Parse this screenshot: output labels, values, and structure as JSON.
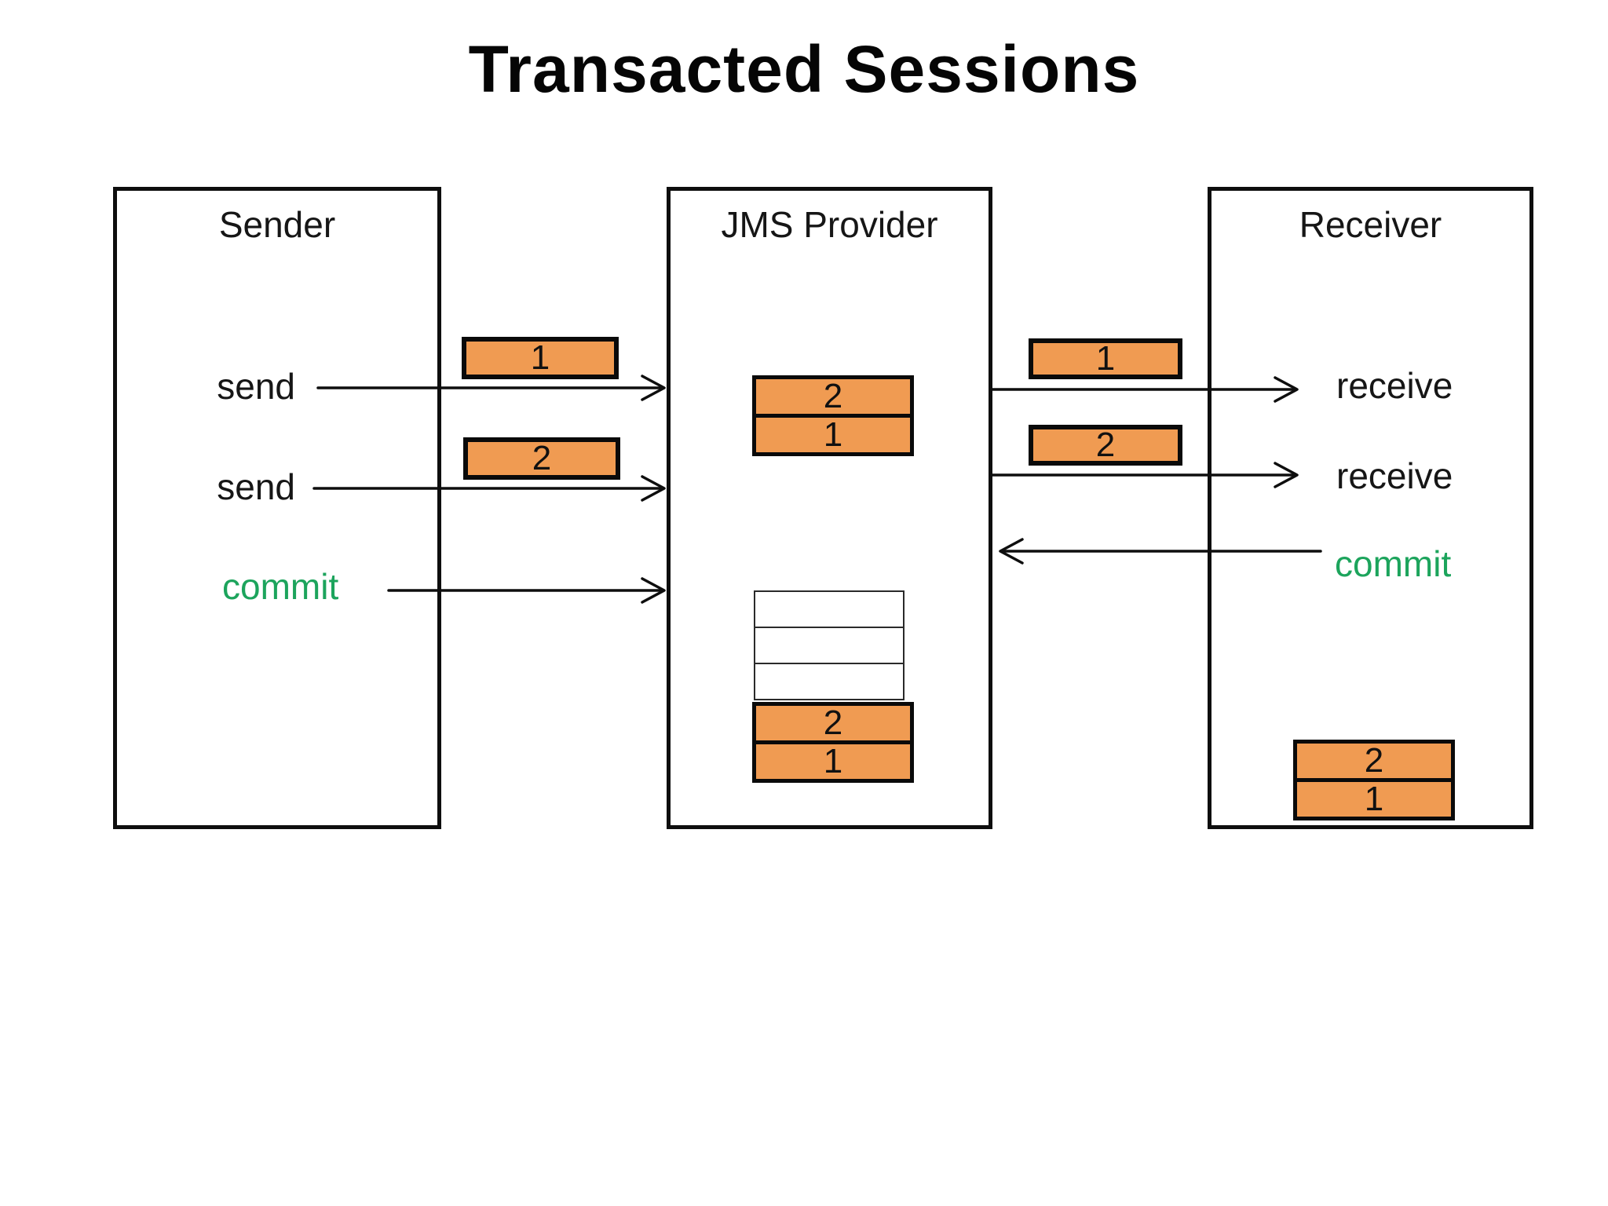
{
  "title": "Transacted Sessions",
  "colors": {
    "message_orange": "#F09B52",
    "commit_green": "#1CA45C",
    "line_black": "#0E0E0E"
  },
  "boxes": {
    "sender": {
      "title": "Sender"
    },
    "provider": {
      "title": "JMS Provider"
    },
    "receiver": {
      "title": "Receiver"
    }
  },
  "operations": {
    "send_1": "send",
    "send_2": "send",
    "sender_commit": "commit",
    "receive_1": "receive",
    "receive_2": "receive",
    "receiver_commit": "commit"
  },
  "messages_in_transit": {
    "to_provider_1": "1",
    "to_provider_2": "2",
    "to_receiver_1": "1",
    "to_receiver_2": "2"
  },
  "stacks": {
    "provider_pending": [
      "2",
      "1"
    ],
    "provider_queue": [
      "2",
      "1"
    ],
    "provider_queue_empty_rows": 3,
    "receiver_delivered": [
      "2",
      "1"
    ]
  }
}
